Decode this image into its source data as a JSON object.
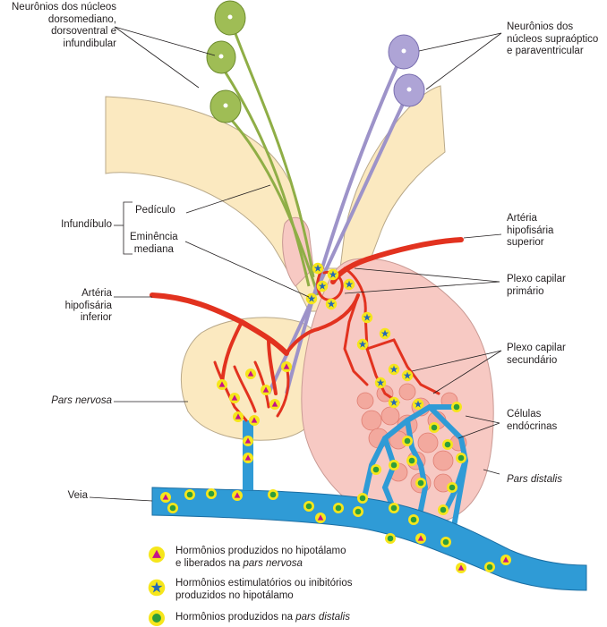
{
  "labels": {
    "dorsomedial_neurons": [
      "Neurônios dos núcleos",
      "dorsomediano,",
      "dorsoventral e",
      "infundibular"
    ],
    "supraoptic_neurons": [
      "Neurônios dos",
      "núcleos supraóptico",
      "e paraventricular"
    ],
    "infundibulo": "Infundíbulo",
    "pediculo": "Pedículo",
    "eminencia_mediana": [
      "Eminência",
      "mediana"
    ],
    "arteria_superior": [
      "Artéria",
      "hipofisária",
      "superior"
    ],
    "plexo_primario": [
      "Plexo capilar",
      "primário"
    ],
    "arteria_inferior": [
      "Artéria",
      "hipofisária",
      "inferior"
    ],
    "plexo_secundario": [
      "Plexo capilar",
      "secundário"
    ],
    "pars_nervosa": "Pars nervosa",
    "celulas_endocrinas": [
      "Células",
      "endócrinas"
    ],
    "pars_distalis": "Pars distalis",
    "veia": "Veia"
  },
  "legend": [
    {
      "symbol": "triangle",
      "line1": "Hormônios produzidos no hipotálamo",
      "line2_pre": "e liberados na ",
      "line2_italic": "pars nervosa"
    },
    {
      "symbol": "star",
      "line1": "Hormônios estimulatórios ou inibitórios",
      "line2_pre": "produzidos no hipotálamo",
      "line2_italic": ""
    },
    {
      "symbol": "dot",
      "line1_pre": "Hormônios produzidos na ",
      "line1_italic": "pars distalis"
    }
  ],
  "colors": {
    "hypothalamus": "#fbe9c0",
    "pars_nervosa": "#fbe9c0",
    "pars_distalis": "#f7c9c3",
    "artery": "#e2321f",
    "vein": "#2f9bd6",
    "neuron_green": "#9fbd55",
    "neuron_purple": "#aea4d6",
    "marker_ring": "#f6e61b",
    "triangle": "#c5128a",
    "star": "#2467b7",
    "dot": "#2e9e3c"
  }
}
